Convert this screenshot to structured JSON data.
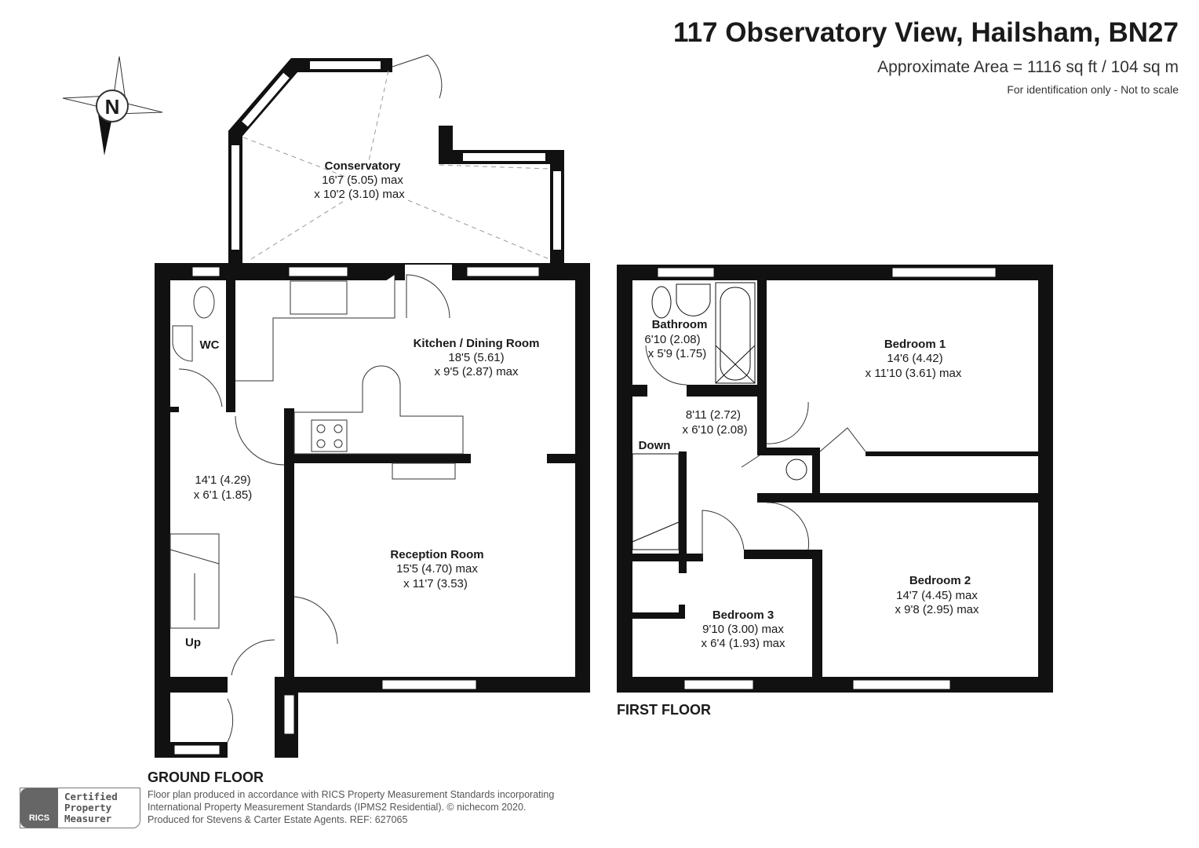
{
  "header": {
    "title": "117 Observatory View, Hailsham, BN27",
    "area": "Approximate Area = 1116 sq ft / 104 sq m",
    "note": "For identification only - Not to scale"
  },
  "compass": {
    "label": "N"
  },
  "ground_floor": {
    "label": "GROUND FLOOR",
    "rooms": [
      {
        "name": "Conservatory",
        "dim1": "16'7 (5.05) max",
        "dim2": "x 10'2 (3.10) max"
      },
      {
        "name": "Kitchen / Dining Room",
        "dim1": "18'5 (5.61)",
        "dim2": "x 9'5 (2.87) max"
      },
      {
        "name": "WC"
      },
      {
        "name": "",
        "dim1": "14'1 (4.29)",
        "dim2": "x 6'1 (1.85)"
      },
      {
        "name": "Reception Room",
        "dim1": "15'5 (4.70) max",
        "dim2": "x 11'7 (3.53)"
      }
    ],
    "stairs_label": "Up"
  },
  "first_floor": {
    "label": "FIRST FLOOR",
    "rooms": [
      {
        "name": "Bathroom",
        "dim1": "6'10 (2.08)",
        "dim2": "x 5'9 (1.75)"
      },
      {
        "name": "Bedroom 1",
        "dim1": "14'6 (4.42)",
        "dim2": "x 11'10 (3.61) max"
      },
      {
        "name": "",
        "dim1": "8'11 (2.72)",
        "dim2": "x 6'10 (2.08)"
      },
      {
        "name": "Bedroom 2",
        "dim1": "14'7 (4.45) max",
        "dim2": "x 9'8 (2.95) max"
      },
      {
        "name": "Bedroom 3",
        "dim1": "9'10 (3.00) max",
        "dim2": "x 6'4 (1.93) max"
      }
    ],
    "stairs_label": "Down"
  },
  "footer": {
    "badge": "RICS",
    "cert": [
      "Certified",
      "Property",
      "Measurer"
    ],
    "lines": [
      "Floor plan produced in accordance with RICS Property Measurement Standards incorporating",
      "International Property Measurement Standards (IPMS2 Residential).   © nichecom 2020.",
      "Produced for Stevens & Carter Estate Agents.   REF: 627065"
    ]
  }
}
